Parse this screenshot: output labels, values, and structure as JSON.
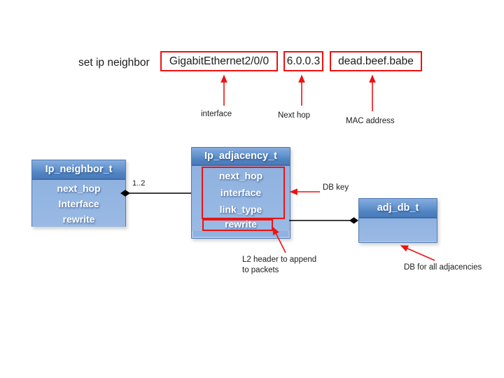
{
  "command": {
    "prefix": "set ip neighbor",
    "args": [
      {
        "value": "GigabitEthernet2/0/0",
        "annotation": "interface"
      },
      {
        "value": "6.0.0.3",
        "annotation": "Next hop"
      },
      {
        "value": "dead.beef.babe",
        "annotation": "MAC address"
      }
    ]
  },
  "classes": {
    "ip_neighbor": {
      "title": "Ip_neighbor_t",
      "fields": [
        "next_hop",
        "Interface",
        "rewrite"
      ]
    },
    "ip_adjacency": {
      "title": "Ip_adjacency_t",
      "fields": [
        "next_hop",
        "interface",
        "link_type",
        "rewrite"
      ]
    },
    "adj_db": {
      "title": "adj_db_t",
      "fields": []
    }
  },
  "annotations": {
    "multiplicity": "1..2",
    "db_key": "DB key",
    "l2_header": "L2 header to append to packets",
    "db_all": "DB for all adjacencies"
  },
  "colors": {
    "highlight_red": "#ee1111",
    "box_header_blue": "#5d8ecb",
    "box_body_blue": "#8fb2e0",
    "box_border_blue": "#4f7ab5",
    "connector_black": "#000000",
    "text_black": "#1c1c1c",
    "box_text_white": "#ffffff",
    "background": "#ffffff"
  }
}
